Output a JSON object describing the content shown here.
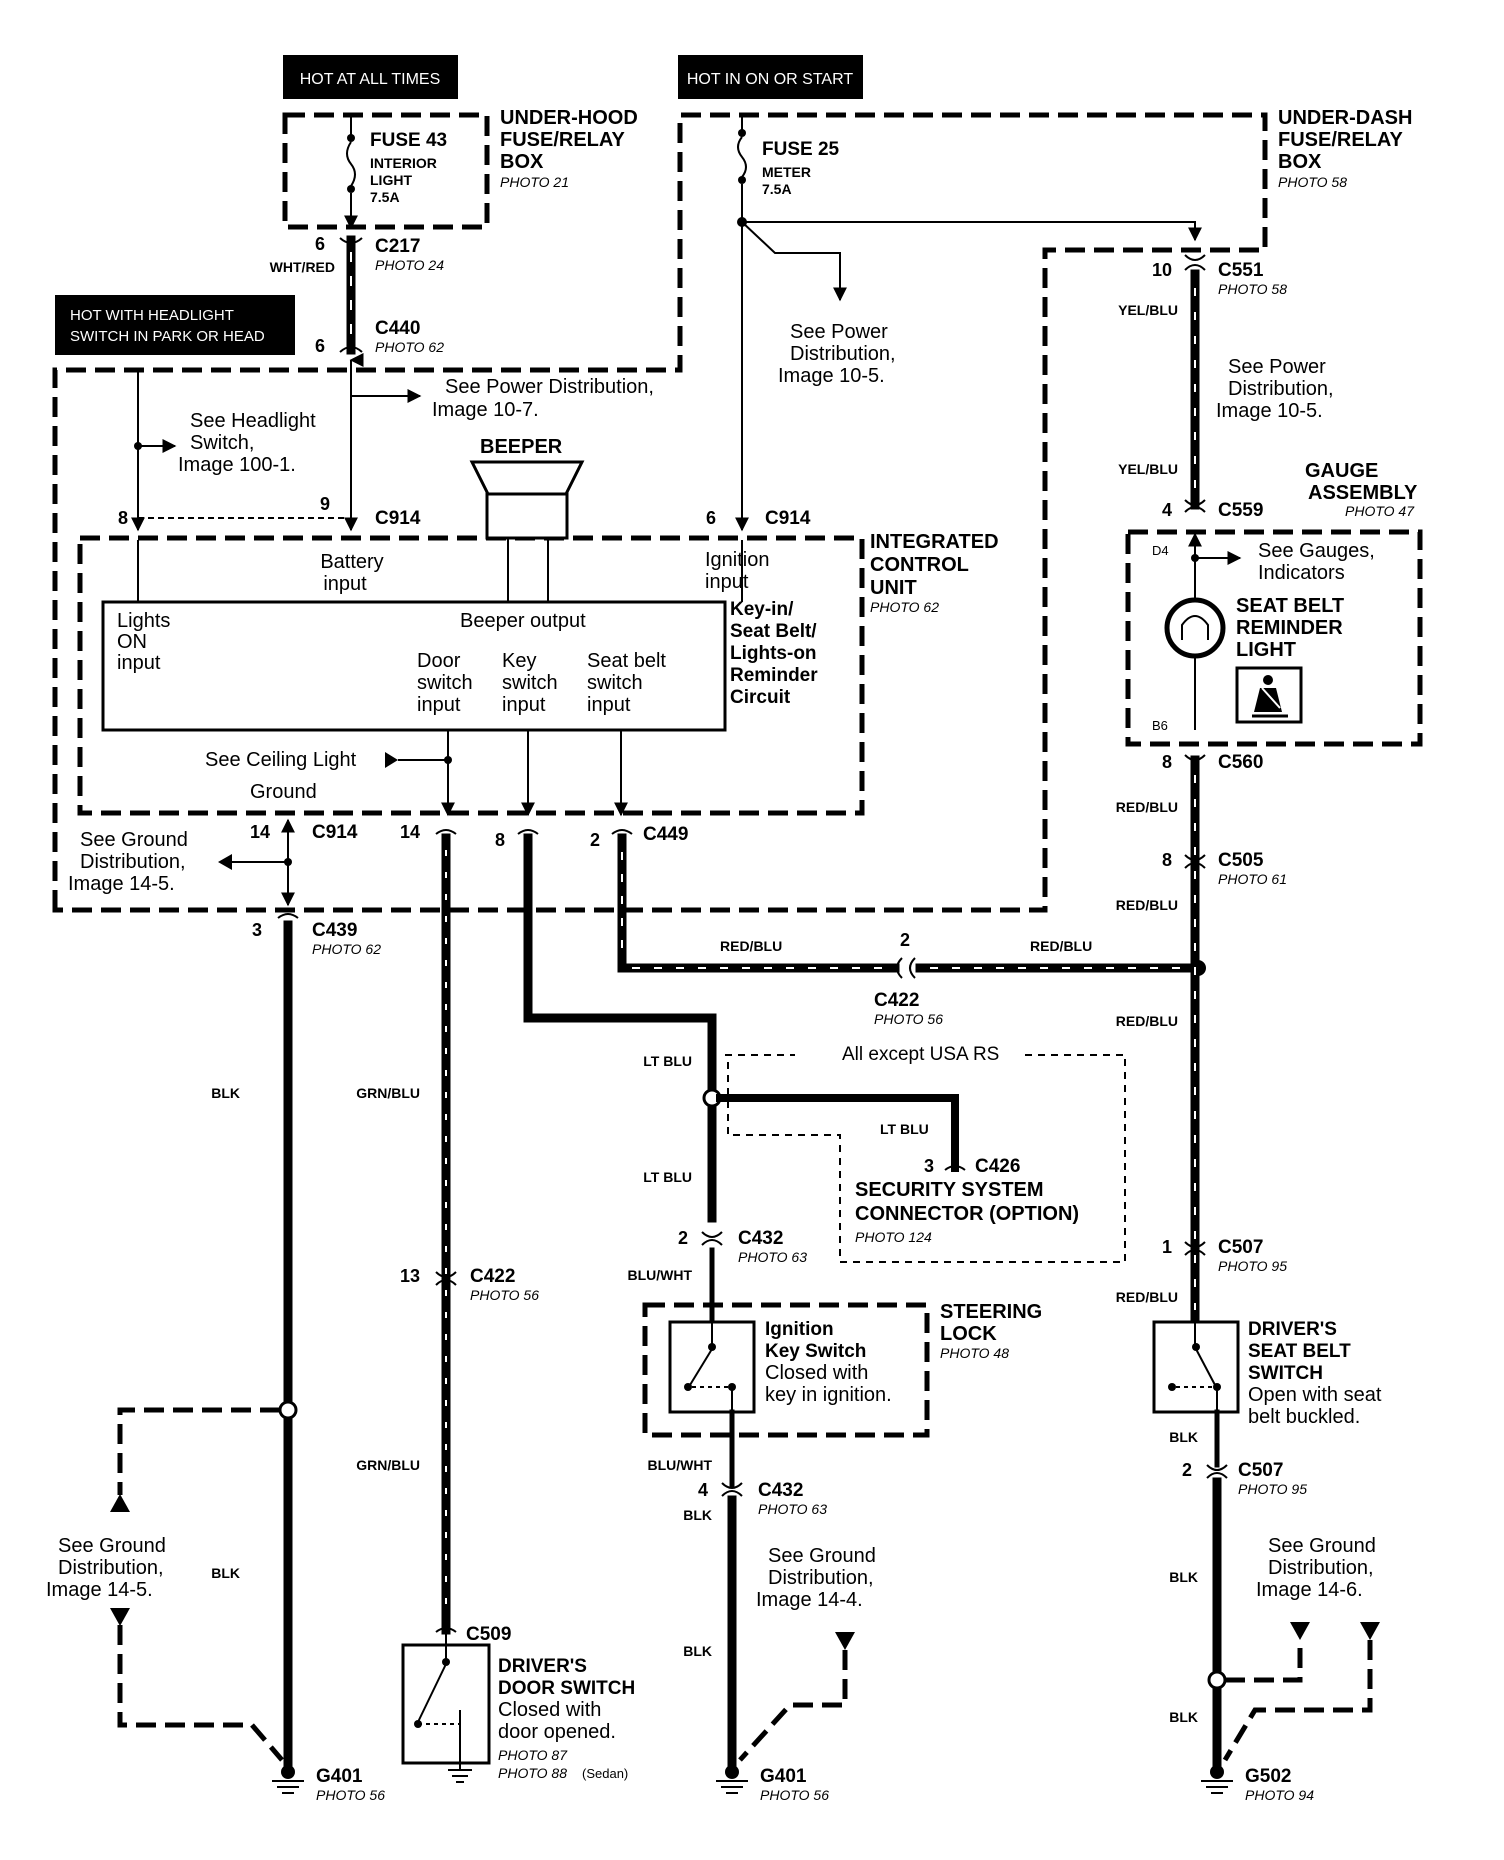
{
  "headers": {
    "hot_all": "HOT AT ALL TIMES",
    "hot_on": "HOT IN ON OR START",
    "hot_head_1": "HOT WITH HEADLIGHT",
    "hot_head_2": "SWITCH IN PARK OR HEAD"
  },
  "underhood": {
    "l1": "UNDER-HOOD",
    "l2": "FUSE/RELAY",
    "l3": "BOX",
    "photo": "PHOTO 21"
  },
  "underdash": {
    "l1": "UNDER-DASH",
    "l2": "FUSE/RELAY",
    "l3": "BOX",
    "photo": "PHOTO 58"
  },
  "fuse43": {
    "name": "FUSE 43",
    "l1": "INTERIOR",
    "l2": "LIGHT",
    "l3": "7.5A"
  },
  "fuse25": {
    "name": "FUSE 25",
    "l1": "METER",
    "l2": "7.5A"
  },
  "c217": {
    "pin": "6",
    "wire": "WHT/RED",
    "name": "C217",
    "photo": "PHOTO 24"
  },
  "c440": {
    "pin": "6",
    "name": "C440",
    "photo": "PHOTO 62"
  },
  "c551": {
    "pin": "10",
    "name": "C551",
    "photo": "PHOTO 58",
    "wire": "YEL/BLU"
  },
  "refs": {
    "pd1": "See Power Distribution,",
    "pd1b": "Image 10-7.",
    "pd2a": "See Power",
    "pd2b": "Distribution,",
    "pd2c": "Image 10-5.",
    "pd3a": "See Power",
    "pd3b": "Distribution,",
    "pd3c": "Image 10-5.",
    "hl1": "See Headlight",
    "hl2": "Switch,",
    "hl3": "Image 100-1.",
    "ceiling": "See Ceiling Light",
    "gd1a": "See Ground",
    "gd1b": "Distribution,",
    "gd1c": "Image 14-5.",
    "gd2a": "See Ground",
    "gd2b": "Distribution,",
    "gd2c": "Image 14-5.",
    "gd3a": "See Ground",
    "gd3b": "Distribution,",
    "gd3c": "Image 14-4.",
    "gd4a": "See Ground",
    "gd4b": "Distribution,",
    "gd4c": "Image 14-6.",
    "gauges1": "See Gauges,",
    "gauges2": "Indicators"
  },
  "beeper": "BEEPER",
  "icu": {
    "l1": "INTEGRATED",
    "l2": "CONTROL",
    "l3": "UNIT",
    "photo": "PHOTO 62",
    "battery1": "Battery",
    "battery2": "input",
    "ign1": "Ignition",
    "ign2": "input",
    "lights1": "Lights",
    "lights2": "ON",
    "lights3": "input",
    "beeper_out": "Beeper output",
    "door1": "Door",
    "door2": "switch",
    "door3": "input",
    "key1": "Key",
    "key2": "switch",
    "key3": "input",
    "seat1": "Seat  belt",
    "seat2": "switch",
    "seat3": "input",
    "circ1": "Key-in/",
    "circ2": "Seat Belt/",
    "circ3": "Lights-on",
    "circ4": "Reminder",
    "circ5": "Circuit",
    "ground": "Ground"
  },
  "c914": {
    "name": "C914",
    "p8": "8",
    "p9": "9",
    "p6": "6",
    "p14a": "14",
    "p14b": "14"
  },
  "c449": {
    "name": "C449",
    "p8": "8",
    "p2": "2"
  },
  "c439": {
    "pin": "3",
    "name": "C439",
    "photo": "PHOTO 62"
  },
  "gauge": {
    "l1": "GAUGE",
    "l2": "ASSEMBLY",
    "photo": "PHOTO 47",
    "d4": "D4",
    "b6": "B6",
    "sb1": "SEAT BELT",
    "sb2": "REMINDER",
    "sb3": "LIGHT"
  },
  "c559": {
    "pin": "4",
    "name": "C559",
    "wire": "YEL/BLU"
  },
  "c560": {
    "pin": "8",
    "name": "C560",
    "wire": "RED/BLU"
  },
  "c505": {
    "pin": "8",
    "name": "C505",
    "photo": "PHOTO 61",
    "wire": "RED/BLU"
  },
  "c422a": {
    "pin": "2",
    "name": "C422",
    "photo": "PHOTO 56",
    "wire_l": "RED/BLU",
    "wire_r": "RED/BLU",
    "wire_d": "RED/BLU"
  },
  "c422b": {
    "pin": "13",
    "name": "C422",
    "photo": "PHOTO 56"
  },
  "wires": {
    "blk": "BLK",
    "grnblu": "GRN/BLU",
    "ltblu": "LT BLU",
    "bluwht": "BLU/WHT",
    "redblu": "RED/BLU"
  },
  "security": {
    "note": "All except USA RS",
    "wire": "LT BLU",
    "pin": "3",
    "name": "C426",
    "l1": "SECURITY SYSTEM",
    "l2": "CONNECTOR (OPTION)",
    "photo": "PHOTO 124"
  },
  "c432a": {
    "pin": "2",
    "name": "C432",
    "photo": "PHOTO 63"
  },
  "c432b": {
    "pin": "4",
    "name": "C432",
    "photo": "PHOTO 63"
  },
  "c507a": {
    "pin": "1",
    "name": "C507",
    "photo": "PHOTO 95"
  },
  "c507b": {
    "pin": "2",
    "name": "C507",
    "photo": "PHOTO 95"
  },
  "steering": {
    "l1": "STEERING",
    "l2": "LOCK",
    "photo": "PHOTO 48",
    "ik1": "Ignition",
    "ik2": "Key Switch",
    "ik3": "Closed with",
    "ik4": "key in ignition."
  },
  "seatsw": {
    "l1": "DRIVER'S",
    "l2": "SEAT BELT",
    "l3": "SWITCH",
    "l4": "Open with seat",
    "l5": "belt buckled."
  },
  "doorsw": {
    "conn": "C509",
    "l1": "DRIVER'S",
    "l2": "DOOR SWITCH",
    "l3": "Closed with",
    "l4": "door opened.",
    "photo1": "PHOTO 87",
    "photo2": "PHOTO 88",
    "photo2b": "(Sedan)"
  },
  "g401a": {
    "name": "G401",
    "photo": "PHOTO 56"
  },
  "g401b": {
    "name": "G401",
    "photo": "PHOTO 56"
  },
  "g502": {
    "name": "G502",
    "photo": "PHOTO 94"
  }
}
